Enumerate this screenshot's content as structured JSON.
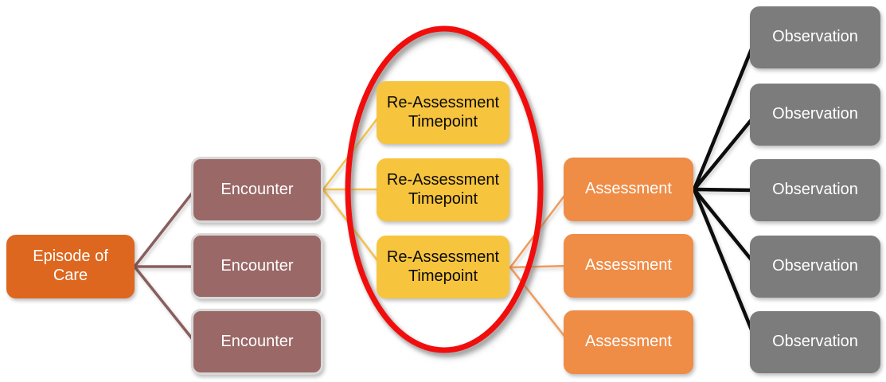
{
  "diagram": {
    "type": "hierarchy-flow",
    "description": "Episode of Care fans out to Encounters, an Encounter fans out to Re-Assessment Timepoints (highlighted with a red ellipse), a Re-Assessment Timepoint fans out to Assessments, an Assessment fans out to Observations.",
    "nodes": {
      "episode": {
        "label": "Episode of Care"
      },
      "encounters": [
        {
          "label": "Encounter"
        },
        {
          "label": "Encounter"
        },
        {
          "label": "Encounter"
        }
      ],
      "timepoints": [
        {
          "label": "Re-Assessment Timepoint"
        },
        {
          "label": "Re-Assessment Timepoint"
        },
        {
          "label": "Re-Assessment Timepoint"
        }
      ],
      "assessments": [
        {
          "label": "Assessment"
        },
        {
          "label": "Assessment"
        },
        {
          "label": "Assessment"
        }
      ],
      "observations": [
        {
          "label": "Observation"
        },
        {
          "label": "Observation"
        },
        {
          "label": "Observation"
        },
        {
          "label": "Observation"
        },
        {
          "label": "Observation"
        }
      ]
    },
    "edges": [
      {
        "from": "episode-of-care",
        "to": "encounter-1"
      },
      {
        "from": "episode-of-care",
        "to": "encounter-2"
      },
      {
        "from": "episode-of-care",
        "to": "encounter-3"
      },
      {
        "from": "encounter-1",
        "to": "re-assessment-timepoint-1"
      },
      {
        "from": "encounter-1",
        "to": "re-assessment-timepoint-2"
      },
      {
        "from": "encounter-1",
        "to": "re-assessment-timepoint-3"
      },
      {
        "from": "re-assessment-timepoint-3",
        "to": "assessment-1"
      },
      {
        "from": "re-assessment-timepoint-3",
        "to": "assessment-2"
      },
      {
        "from": "re-assessment-timepoint-3",
        "to": "assessment-3"
      },
      {
        "from": "assessment-1",
        "to": "observation-1"
      },
      {
        "from": "assessment-1",
        "to": "observation-2"
      },
      {
        "from": "assessment-1",
        "to": "observation-3"
      },
      {
        "from": "assessment-1",
        "to": "observation-4"
      },
      {
        "from": "assessment-1",
        "to": "observation-5"
      }
    ],
    "highlight": {
      "shape": "ellipse",
      "around": "re-assessment-timepoint-column",
      "color": "#F20D0D"
    },
    "colors": {
      "episode_fill": "#DD671F",
      "encounter_fill": "#9A6867",
      "encounter_border": "#D8D8D8",
      "timepoint_fill": "#F7C43D",
      "assessment_fill": "#EF8C46",
      "observation_fill": "#7C7C7C",
      "episode_to_encounter_line": "#8A5E5E",
      "encounter_to_timepoint_line": "#F3C14E",
      "timepoint_to_assessment_line": "#F09B5B",
      "assessment_to_observation_line": "#0D0D0D",
      "highlight_ellipse": "#F20D0D"
    }
  }
}
